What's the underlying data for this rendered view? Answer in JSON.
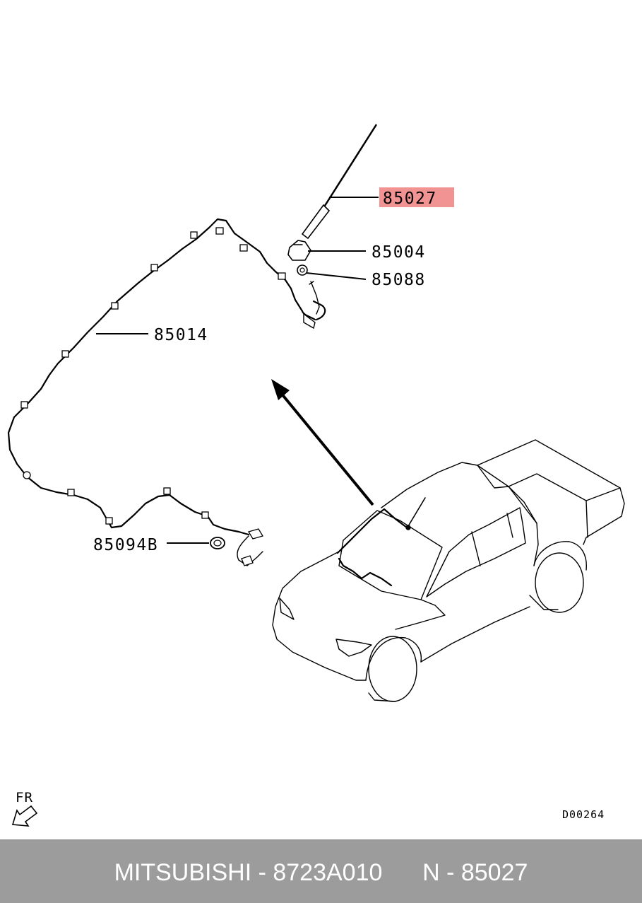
{
  "labels": {
    "antenna_rod": "85027",
    "antenna_base": "85004",
    "nut": "85088",
    "cable": "85014",
    "grommet": "85094B"
  },
  "highlighted_part": "85027",
  "direction_marker": "FR",
  "diagram_code": "D00264",
  "footer": {
    "text": "MITSUBISHI - 8723A010      N - 85027"
  },
  "colors": {
    "highlight": "#f08080",
    "footer_bg": "#9c9c9c",
    "footer_text": "#ffffff"
  }
}
